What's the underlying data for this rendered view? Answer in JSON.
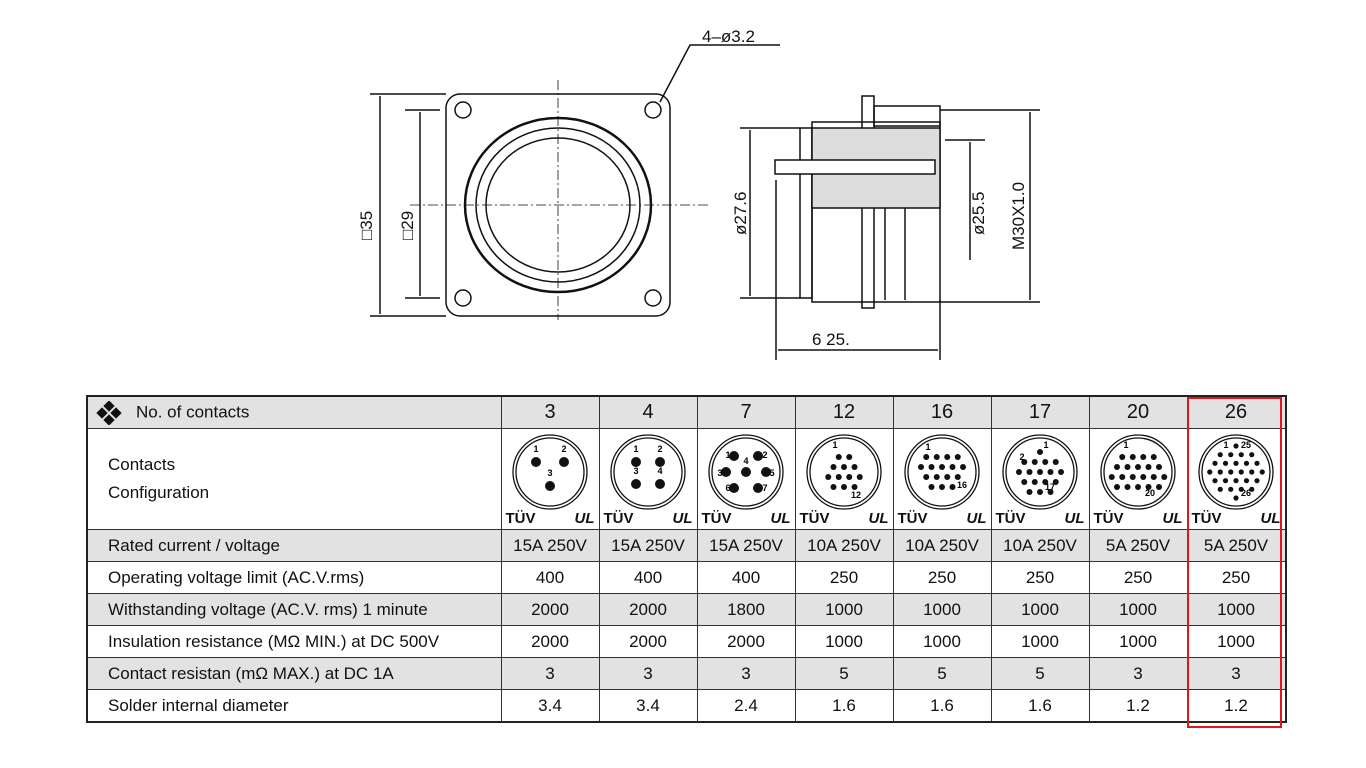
{
  "drawing": {
    "hole_callout": "4–ø3.2",
    "flange_size": "□35",
    "hole_spacing": "□29",
    "body_diameter": "ø27.6",
    "inner_diameter": "ø25.5",
    "thread": "M30X1.0",
    "length": "6 25."
  },
  "table": {
    "header_label": "No. of contacts",
    "contacts": [
      "3",
      "4",
      "7",
      "12",
      "16",
      "17",
      "20",
      "26"
    ],
    "config_label_1": "Contacts",
    "config_label_2": "Configuration",
    "pin_labels": [
      [
        "1",
        "2",
        "3"
      ],
      [
        "1",
        "2",
        "3",
        "4"
      ],
      [
        "1",
        "2",
        "3",
        "4",
        "5",
        "6",
        "7"
      ],
      [
        "1",
        "12"
      ],
      [
        "1",
        "16"
      ],
      [
        "1",
        "2",
        "17"
      ],
      [
        "1",
        "20"
      ],
      [
        "1",
        "25",
        "26"
      ]
    ],
    "cert_marks": [
      "TÜV",
      "UL"
    ],
    "rows": [
      {
        "label": "Rated current / voltage",
        "values": [
          "15A 250V",
          "15A 250V",
          "15A 250V",
          "10A 250V",
          "10A 250V",
          "10A 250V",
          "5A 250V",
          "5A 250V"
        ]
      },
      {
        "label": "Operating voltage limit (AC.V.rms)",
        "values": [
          "400",
          "400",
          "400",
          "250",
          "250",
          "250",
          "250",
          "250"
        ]
      },
      {
        "label": "Withstanding voltage (AC.V. rms) 1 minute",
        "values": [
          "2000",
          "2000",
          "1800",
          "1000",
          "1000",
          "1000",
          "1000",
          "1000"
        ]
      },
      {
        "label": "Insulation resistance (MΩ MIN.) at DC 500V",
        "values": [
          "2000",
          "2000",
          "2000",
          "1000",
          "1000",
          "1000",
          "1000",
          "1000"
        ]
      },
      {
        "label": "Contact resistan (mΩ MAX.) at DC 1A",
        "values": [
          "3",
          "3",
          "3",
          "5",
          "5",
          "5",
          "3",
          "3"
        ]
      },
      {
        "label": "Solder internal diameter",
        "values": [
          "3.4",
          "3.4",
          "2.4",
          "1.6",
          "1.6",
          "1.6",
          "1.2",
          "1.2"
        ]
      }
    ],
    "highlight_color": "#e0161b",
    "highlighted_column": "26"
  }
}
